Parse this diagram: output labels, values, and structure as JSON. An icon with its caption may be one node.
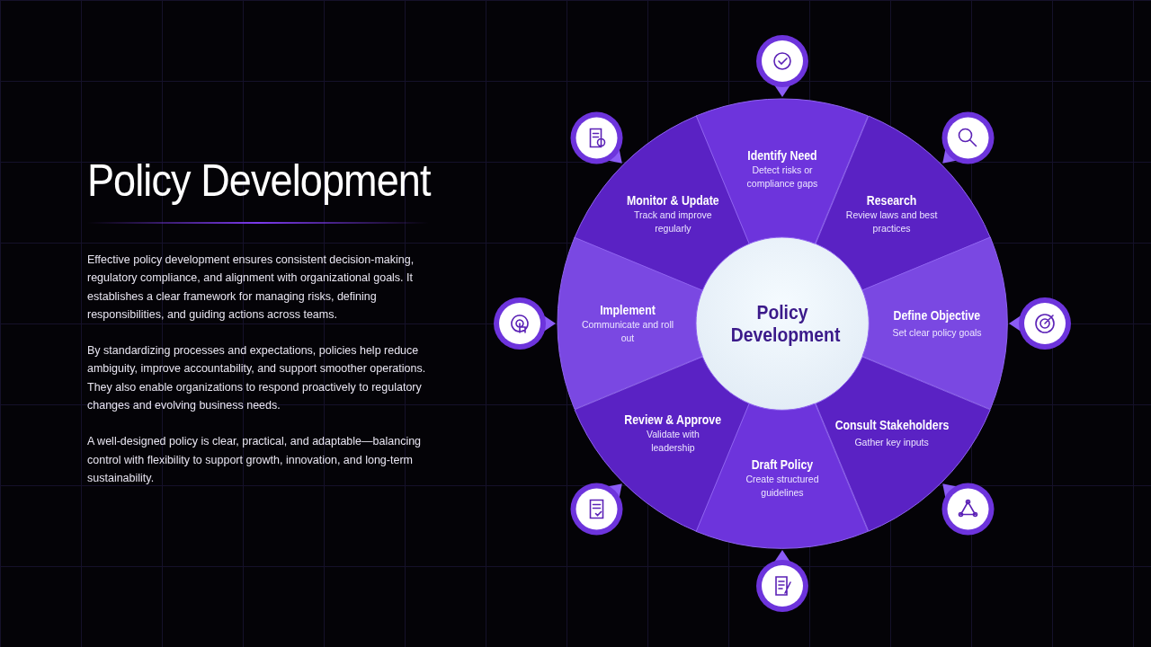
{
  "diagram": {
    "title": "Policy Development",
    "nodes": [
      {
        "text": [
          "Policy Development"
        ]
      },
      {
        "text": [
          "Identify Need",
          "Detect risks or compliance gaps"
        ]
      },
      {
        "text": [
          "Research",
          "Review laws and best practices"
        ]
      },
      {
        "text": [
          "Define Objective",
          "Set clear policy goals"
        ]
      },
      {
        "text": [
          "Consult Stakeholders",
          "Gather key inputs"
        ]
      },
      {
        "text": [
          "Draft Policy",
          "Create structured guidelines"
        ]
      },
      {
        "text": [
          "Review & Approve",
          "Validate with leadership"
        ]
      },
      {
        "text": [
          "Implement",
          "Communicate and roll out"
        ]
      },
      {
        "text": [
          "Monitor & Update",
          "Track and improve regularly"
        ]
      }
    ],
    "labels": [
      "Effective policy development ensures consistent decision-making, regulatory compliance, and alignment with organizational goals. It establishes a clear framework for managing risks, defining responsibilities, and guiding actions across teams.",
      "By standardizing processes and expectations, policies help reduce ambiguity, improve accountability, and support smoother operations. They also enable organizations to respond proactively to regulatory changes and evolving business needs.",
      "A well-designed policy is clear, practical, and adaptable—balancing control with flexibility to support growth, innovation, and long-term sustainability."
    ]
  }
}
